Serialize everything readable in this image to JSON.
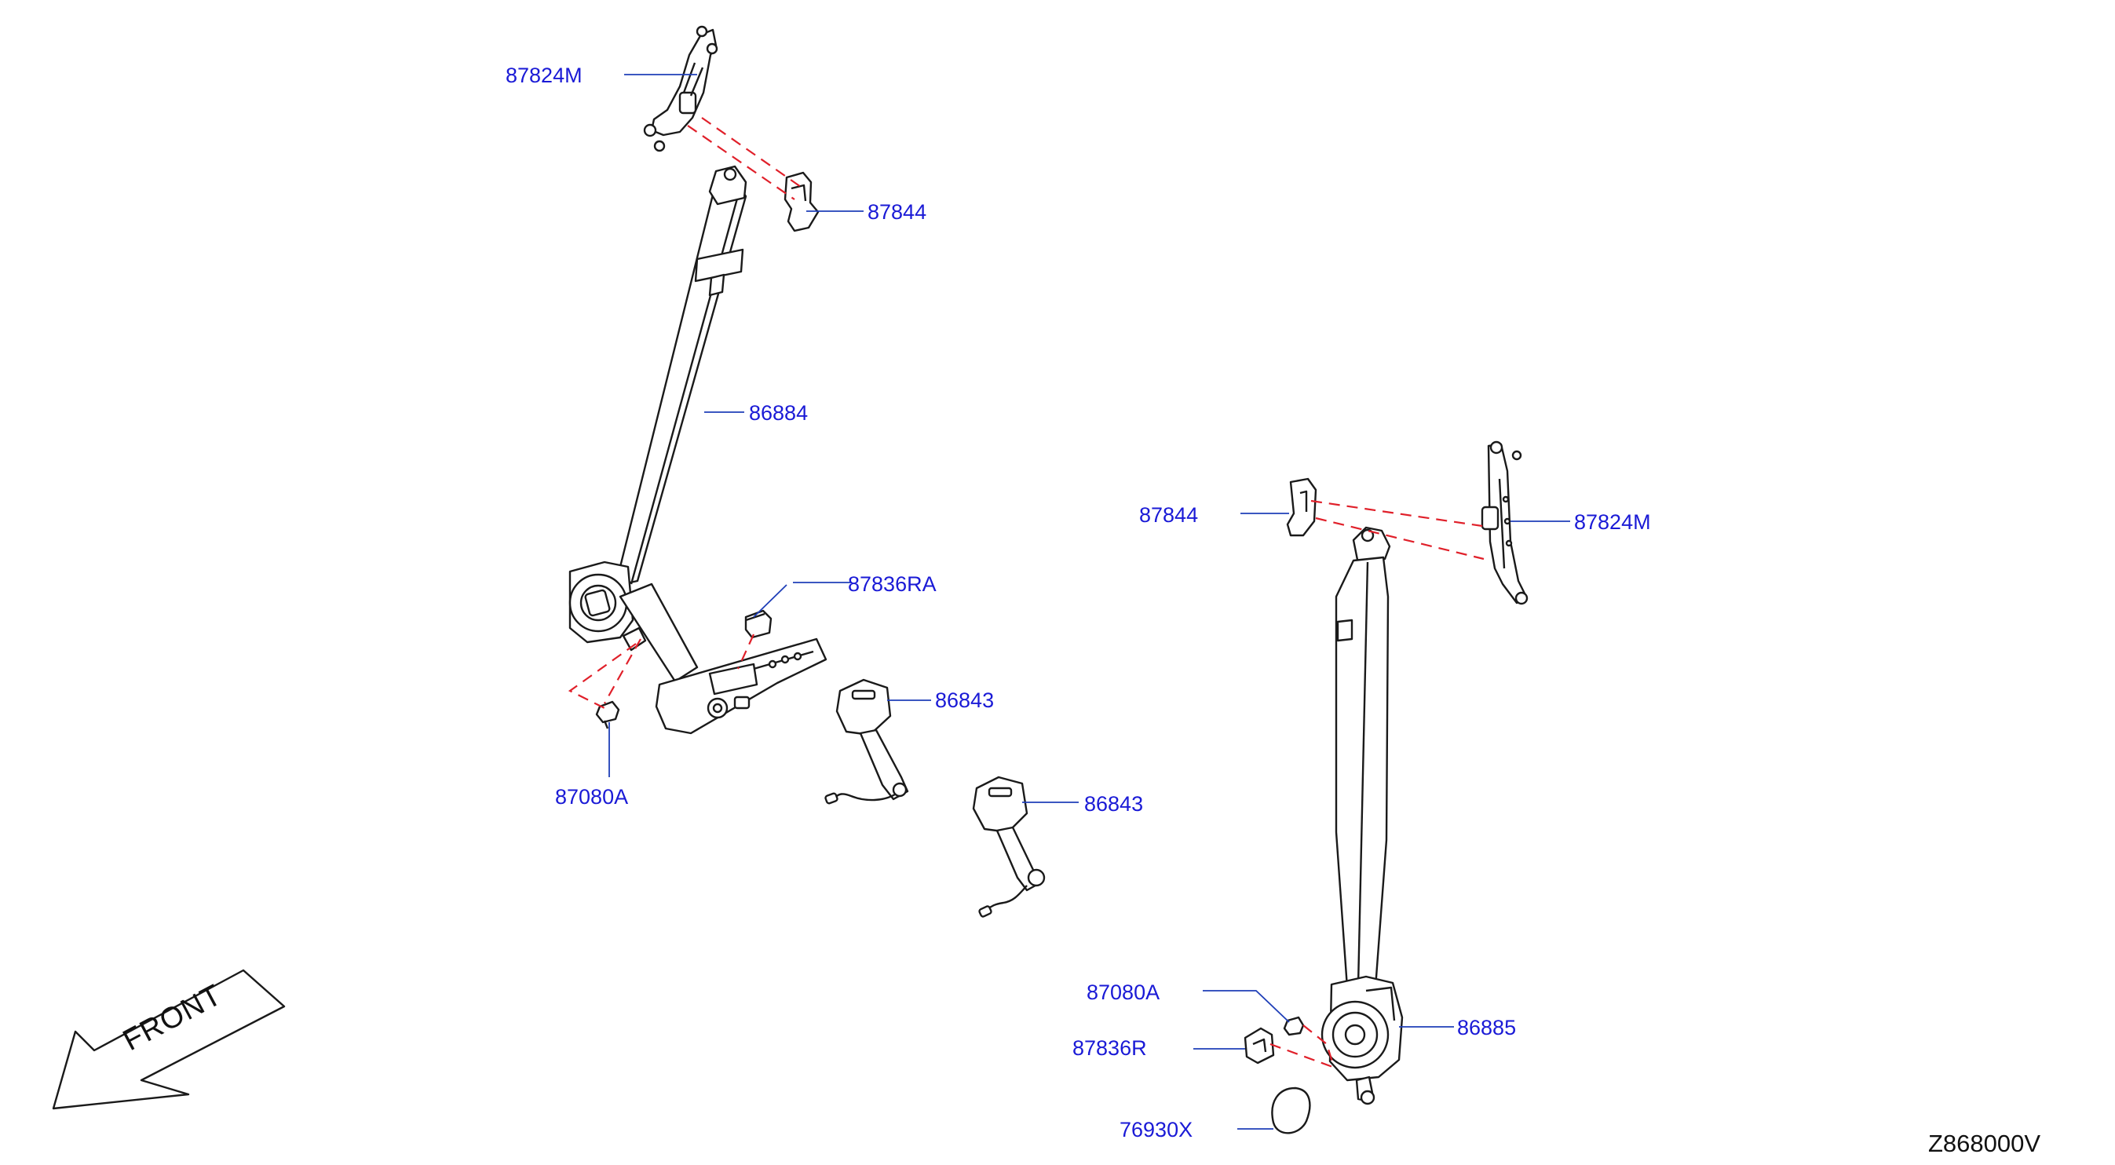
{
  "parts": {
    "l_87824M": "87824M",
    "l_87844": "87844",
    "l_86884": "86884",
    "l_87836RA": "87836RA",
    "l_86843_a": "86843",
    "l_86843_b": "86843",
    "l_87080A_left": "87080A",
    "r_87844": "87844",
    "r_87824M": "87824M",
    "r_87080A": "87080A",
    "r_86885": "86885",
    "r_87836R": "87836R",
    "r_76930X": "76930X"
  },
  "front_arrow_label": "FRONT",
  "diagram_code": "Z868000V",
  "colors": {
    "label": "#1a1ad6",
    "leader": "#1f3fb8",
    "dashed_connector": "#e0202a",
    "line_art": "#1a1a1a"
  }
}
